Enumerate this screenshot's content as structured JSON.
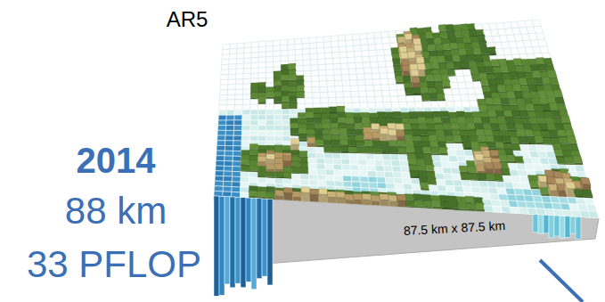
{
  "diagram": {
    "labels": [
      "AR5",
      "2014",
      "88 km",
      "33 PFLOP",
      "87.5 km x 87.5 km"
    ]
  }
}
